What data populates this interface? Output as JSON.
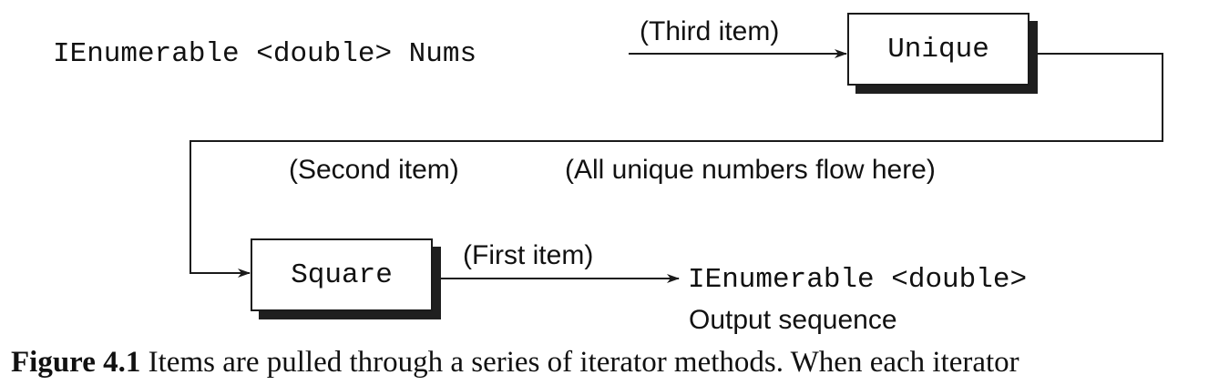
{
  "diagram": {
    "source_label": "IEnumerable <double> Nums",
    "edge_third_label": "(Third item)",
    "unique_box_label": "Unique",
    "edge_second_label": "(Second item)",
    "edge_all_label": "(All unique numbers flow here)",
    "square_box_label": "Square",
    "edge_first_label": "(First item)",
    "output_type_label": "IEnumerable <double>",
    "output_caption": "Output sequence"
  },
  "figure": {
    "number": "Figure 4.1",
    "caption": "Items are pulled through a series of iterator methods. When each iterator"
  }
}
